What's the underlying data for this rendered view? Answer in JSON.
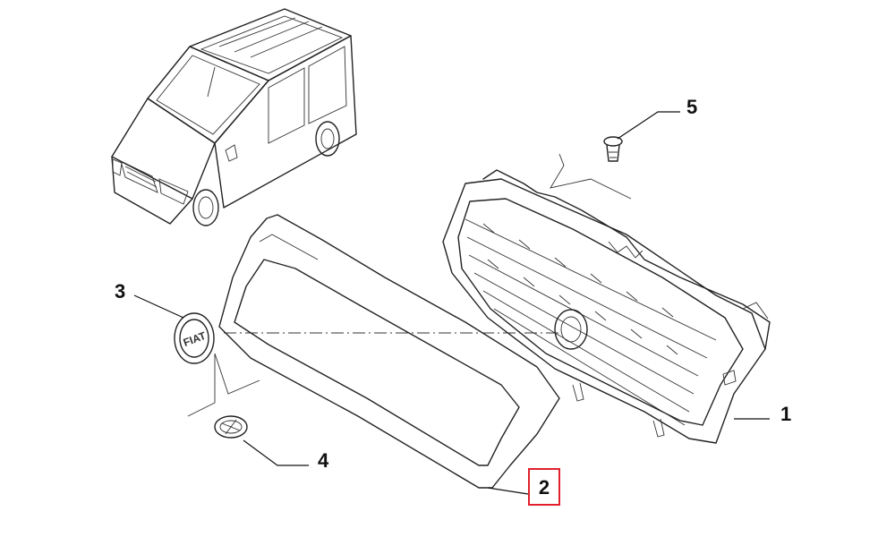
{
  "diagram": {
    "callouts": [
      {
        "id": "1",
        "label": "1",
        "highlighted": false
      },
      {
        "id": "2",
        "label": "2",
        "highlighted": true
      },
      {
        "id": "3",
        "label": "3",
        "highlighted": false
      },
      {
        "id": "4",
        "label": "4",
        "highlighted": false
      },
      {
        "id": "5",
        "label": "5",
        "highlighted": false
      }
    ],
    "emblem_text": "FIAT",
    "highlight_color": "#e0212b",
    "line_color": "#222222"
  }
}
